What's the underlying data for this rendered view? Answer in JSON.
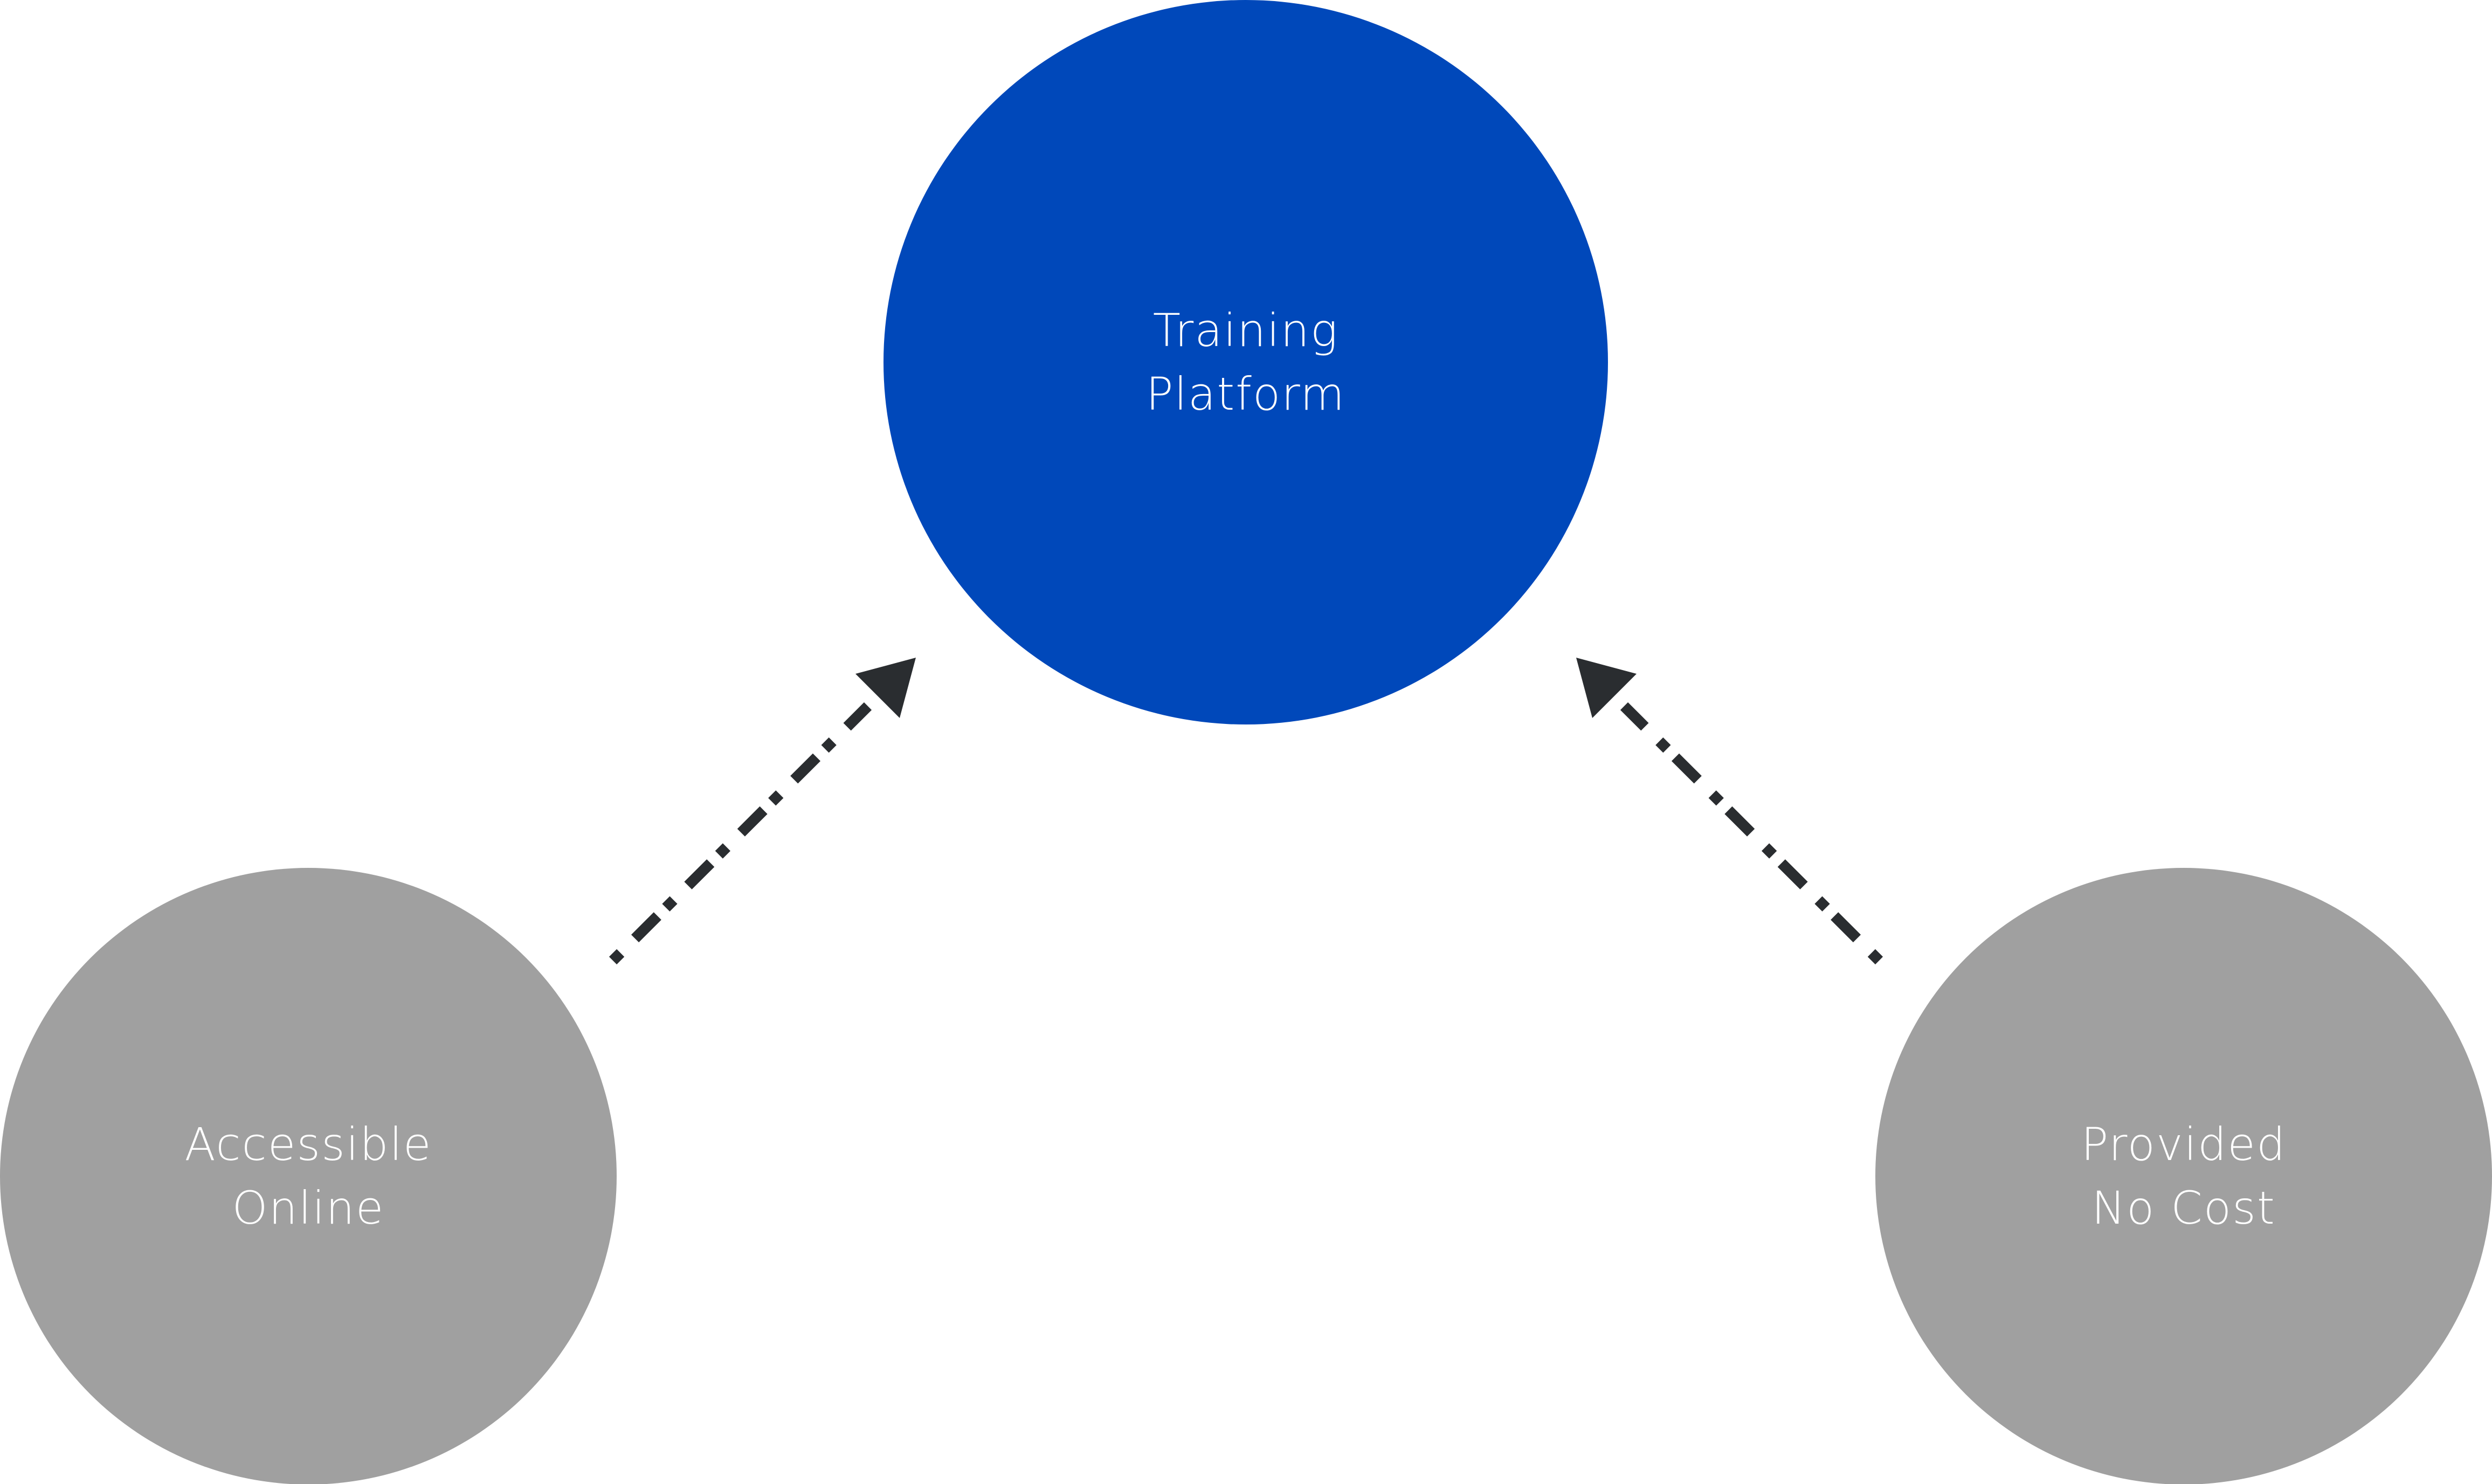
{
  "nodes": {
    "center": {
      "line1": "Training",
      "line2": "Platform",
      "color": "#0048BA"
    },
    "left": {
      "line1": "Accessible",
      "line2": "Online",
      "color": "#A0A0A0"
    },
    "right": {
      "line1": "Provided",
      "line2": "No Cost",
      "color": "#A0A0A0"
    }
  },
  "arrow_color": "#2A2D30"
}
